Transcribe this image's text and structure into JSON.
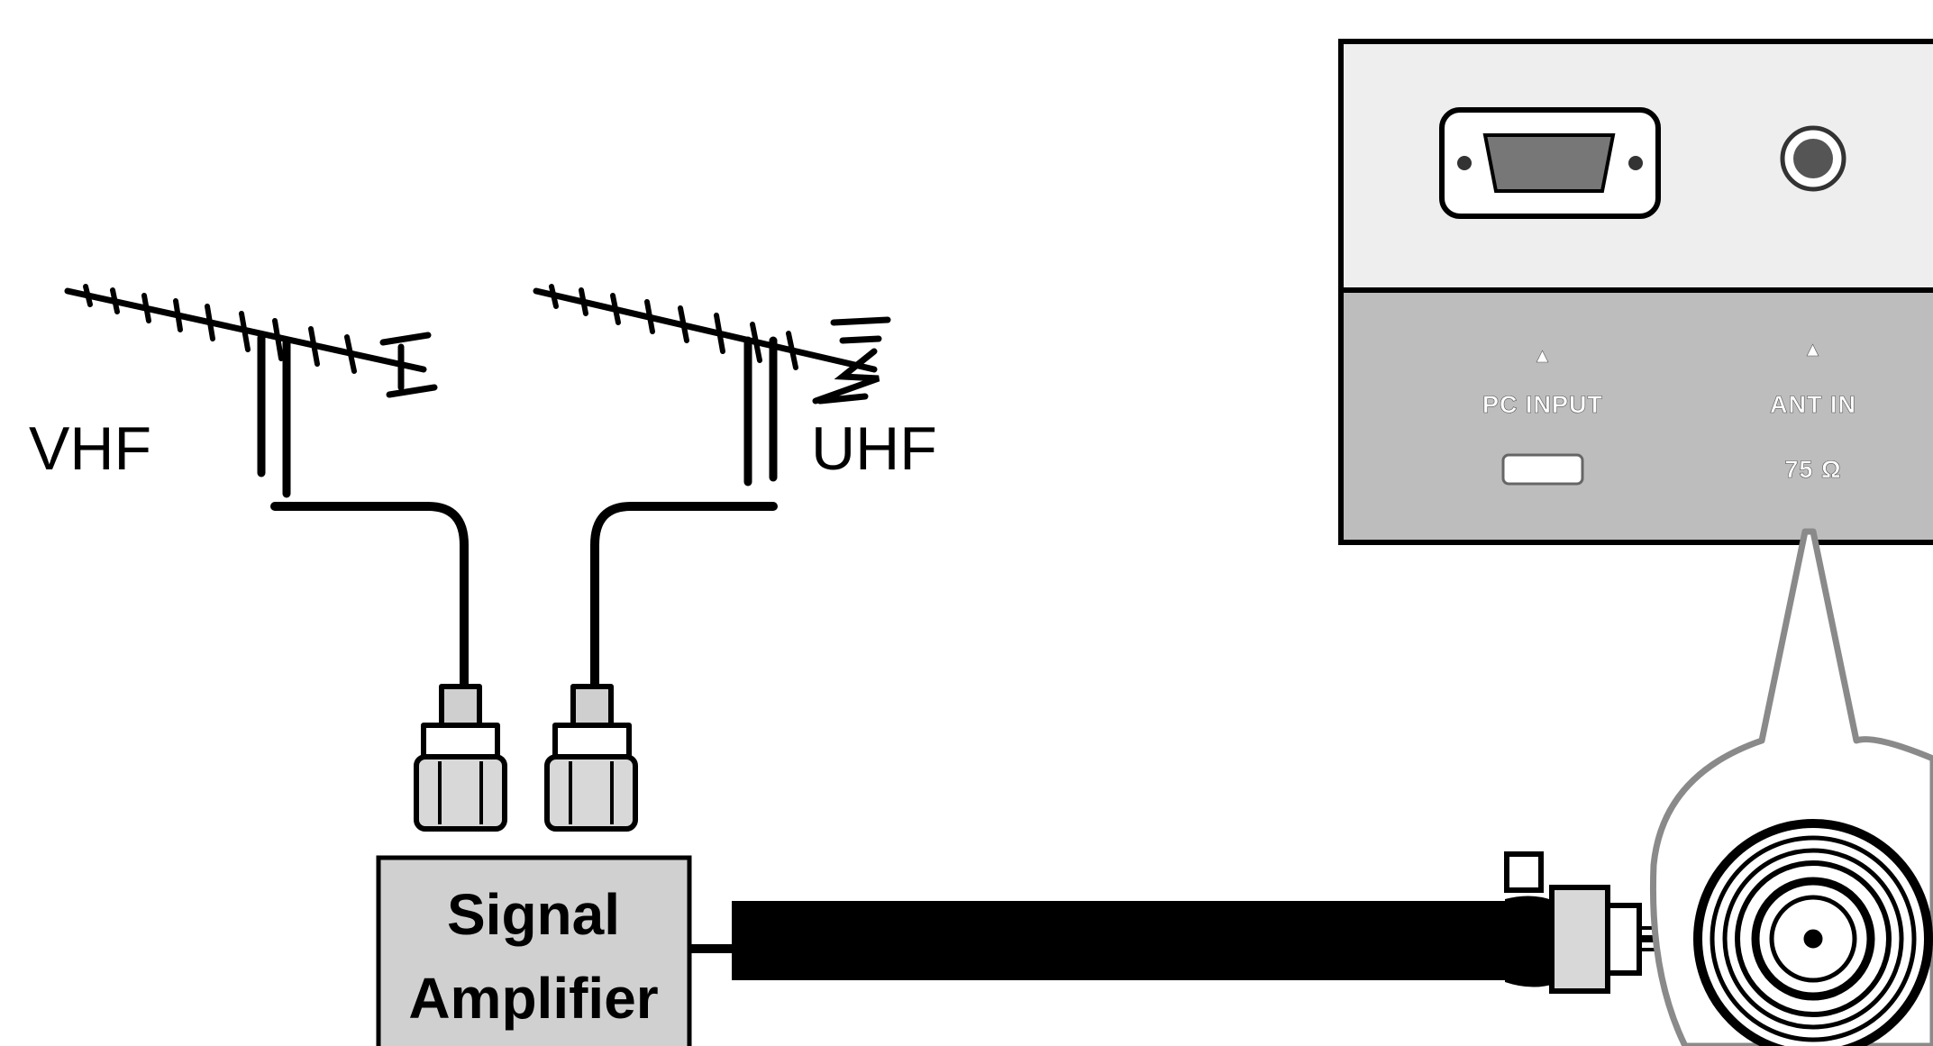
{
  "labels": {
    "vhf": "VHF",
    "uhf": "UHF",
    "amplifier_line1": "Signal",
    "amplifier_line2": "Amplifier"
  },
  "panel": {
    "pc_input_label": "PC INPUT",
    "ant_in_label": "ANT IN",
    "impedance_label": "75 Ω"
  },
  "icons": [
    "vhf-antenna-icon",
    "uhf-antenna-icon",
    "coax-plug-icon",
    "vga-port-icon",
    "audio-jack-icon",
    "antenna-jack-icon"
  ],
  "colors": {
    "ink": "#000000",
    "panel_top": "#eeeeee",
    "panel_bottom": "#bdbdbd",
    "amplifier_fill": "#d0d0d0",
    "callout": "#8a8a8a"
  }
}
